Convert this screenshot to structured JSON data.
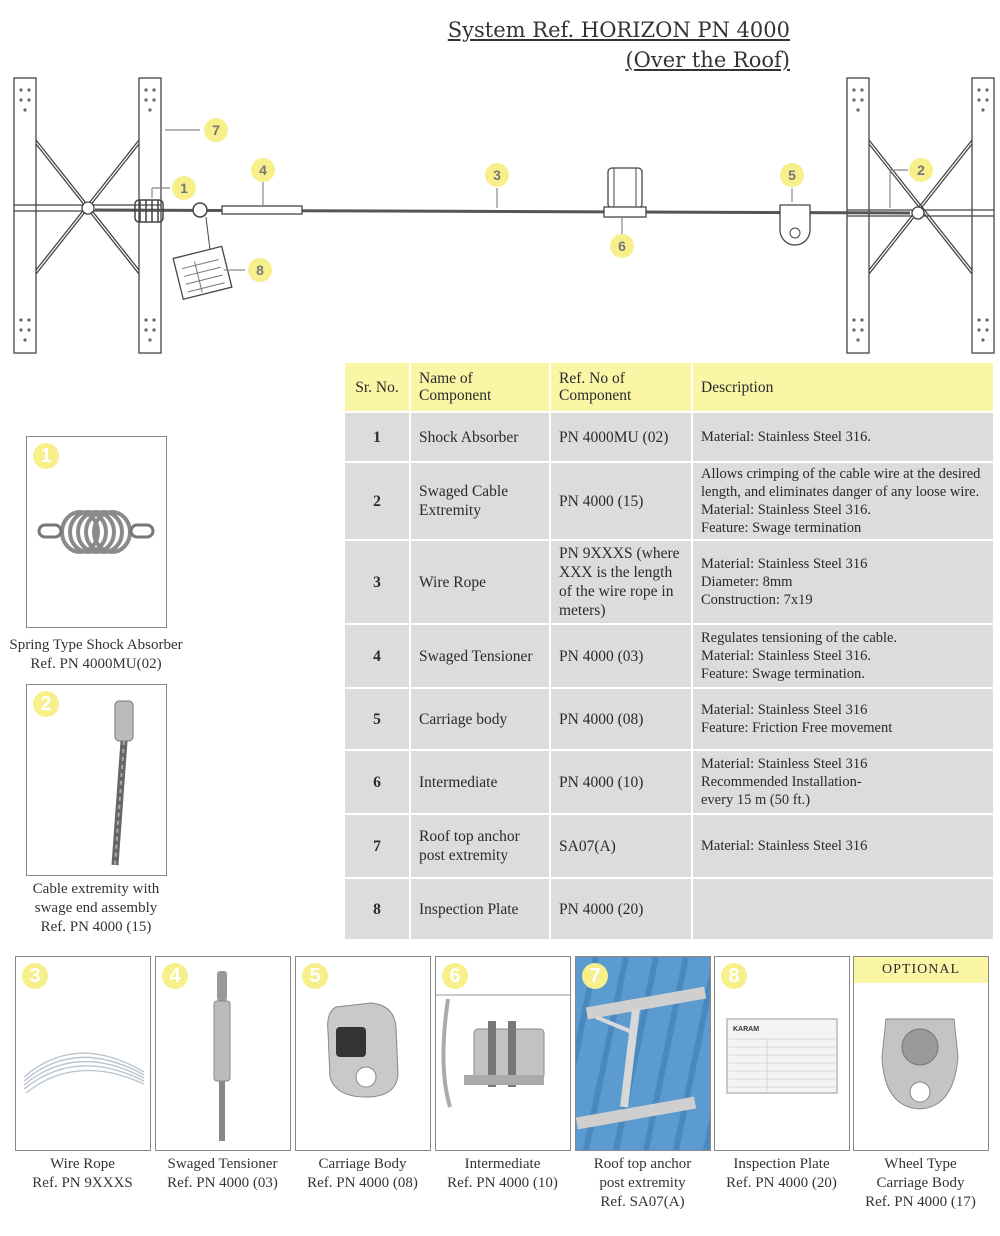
{
  "title": {
    "line1": "System Ref. HORIZON PN 4000",
    "line2": "(Over the Roof)"
  },
  "callouts": [
    "1",
    "2",
    "3",
    "4",
    "5",
    "6",
    "7",
    "8"
  ],
  "table": {
    "headers": [
      "Sr. No.",
      "Name of Component",
      "Ref. No of Component",
      "Description"
    ],
    "rows": [
      {
        "sr": "1",
        "name": "Shock Absorber",
        "ref": "PN 4000MU (02)",
        "desc": [
          "Material: Stainless Steel 316."
        ]
      },
      {
        "sr": "2",
        "name": "Swaged Cable Extremity",
        "ref": "PN 4000 (15)",
        "desc": [
          "Allows crimping of the cable wire at the desired length, and eliminates danger of any loose wire. Material: Stainless Steel 316.",
          "Feature: Swage termination"
        ]
      },
      {
        "sr": "3",
        "name": "Wire Rope",
        "ref": "PN 9XXXS (where XXX is the length of the wire rope in meters)",
        "desc": [
          "Material: Stainless Steel 316",
          "Diameter: 8mm",
          "Construction: 7x19"
        ]
      },
      {
        "sr": "4",
        "name": "Swaged Tensioner",
        "ref": "PN 4000 (03)",
        "desc": [
          "Regulates tensioning of the cable.",
          "Material: Stainless Steel 316.",
          "Feature: Swage termination."
        ]
      },
      {
        "sr": "5",
        "name": "Carriage body",
        "ref": "PN 4000 (08)",
        "desc": [
          "Material: Stainless Steel 316",
          "Feature: Friction Free movement"
        ]
      },
      {
        "sr": "6",
        "name": "Intermediate",
        "ref": "PN 4000 (10)",
        "desc": [
          "Material: Stainless Steel 316",
          "Recommended Installation-",
          "every 15 m (50 ft.)"
        ]
      },
      {
        "sr": "7",
        "name": "Roof top anchor post extremity",
        "ref": "SA07(A)",
        "desc": [
          "Material: Stainless Steel 316"
        ]
      },
      {
        "sr": "8",
        "name": "Inspection Plate",
        "ref": "PN 4000 (20)",
        "desc": []
      }
    ]
  },
  "side_cards": [
    {
      "num": "1",
      "caption": [
        "Spring Type Shock Absorber",
        "Ref. PN 4000MU(02)"
      ]
    },
    {
      "num": "2",
      "caption": [
        "Cable extremity with",
        "swage end assembly",
        "Ref. PN 4000 (15)"
      ]
    }
  ],
  "bottom_cards": [
    {
      "num": "3",
      "caption": [
        "Wire Rope",
        "Ref. PN 9XXXS"
      ]
    },
    {
      "num": "4",
      "caption": [
        "Swaged Tensioner",
        "Ref. PN 4000 (03)"
      ]
    },
    {
      "num": "5",
      "caption": [
        "Carriage Body",
        "Ref. PN 4000 (08)"
      ]
    },
    {
      "num": "6",
      "caption": [
        "Intermediate",
        "Ref. PN 4000 (10)"
      ]
    },
    {
      "num": "7",
      "caption": [
        "Roof top anchor",
        "post extremity",
        "Ref. SA07(A)"
      ]
    },
    {
      "num": "8",
      "caption": [
        "Inspection Plate",
        "Ref. PN 4000 (20)"
      ]
    },
    {
      "num": "",
      "label": "OPTIONAL",
      "caption": [
        "Wheel Type",
        "Carriage Body",
        "Ref. PN 4000 (17)"
      ]
    }
  ],
  "plate_text": {
    "brand": "KARAM"
  },
  "colors": {
    "callout": "#f6ef8a",
    "table_header": "#fbf6a6",
    "table_cell": "#dcdcdc",
    "roof_blue": "#5b9bd0"
  }
}
